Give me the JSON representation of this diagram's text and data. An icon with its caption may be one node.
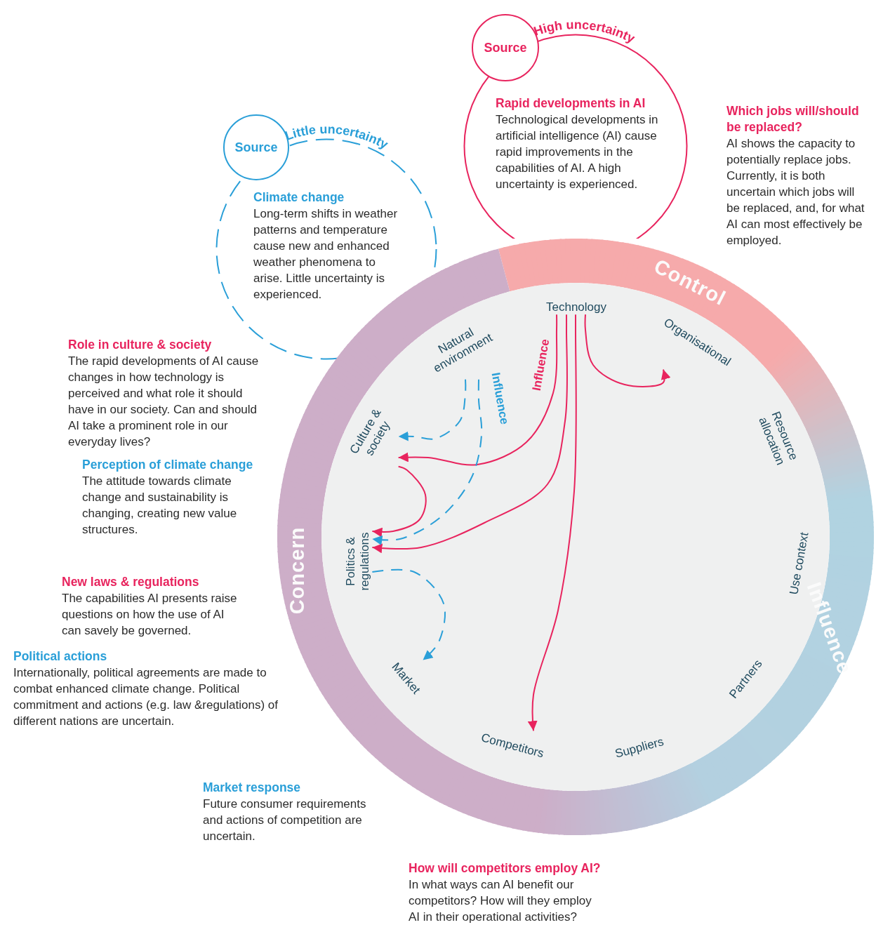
{
  "diagram": {
    "nodes": [
      {
        "text": [
          "Source"
        ]
      },
      {
        "text": [
          "Climate change",
          "Long-term shifts in weather patterns and temperature cause new and enhanced weather phenomena to arise. Little uncertainty is experienced."
        ],
        "beside": [
          "Little uncertainty"
        ]
      },
      {
        "text": [
          "Source"
        ]
      },
      {
        "text": [
          "Rapid developments in AI",
          "Technological developments in artificial intelligence (AI) cause rapid improvements in the capabilities of AI. A high uncertainty is experienced."
        ],
        "beside": [
          "High uncertainty"
        ]
      },
      {
        "text": [
          "Technology"
        ]
      },
      {
        "text": [
          "Organisational"
        ]
      },
      {
        "text": [
          "Resource allocation"
        ]
      },
      {
        "text": [
          "Use context"
        ]
      },
      {
        "text": [
          "Partners"
        ]
      },
      {
        "text": [
          "Suppliers"
        ]
      },
      {
        "text": [
          "Competitors"
        ]
      },
      {
        "text": [
          "Market"
        ]
      },
      {
        "text": [
          "Politics & regulations"
        ]
      },
      {
        "text": [
          "Culture & society"
        ]
      },
      {
        "text": [
          "Natural environment"
        ]
      }
    ],
    "edges": [
      {
        "from": 4,
        "to": 13,
        "arrow": "to",
        "label": "Influence"
      },
      {
        "from": 4,
        "to": 12,
        "arrow": "to"
      },
      {
        "from": 4,
        "to": 10,
        "arrow": "to"
      },
      {
        "from": 4,
        "to": 5,
        "arrow": "to"
      },
      {
        "from": 13,
        "to": 12,
        "arrow": "to"
      },
      {
        "from": 14,
        "to": 13,
        "arrow": "to",
        "style": "dashed",
        "color": "#2a9fd8"
      },
      {
        "from": 14,
        "to": 12,
        "arrow": "to",
        "style": "dashed",
        "color": "#2a9fd8",
        "label": "Influence"
      },
      {
        "from": 12,
        "to": 11,
        "arrow": "to",
        "style": "dashed",
        "color": "#2a9fd8"
      }
    ],
    "labels": [
      "Which jobs will/should be replaced?",
      "AI shows the capacity to potentially replace jobs. Currently, it is both uncertain which jobs will be replaced, and, for what AI can most effectively be employed.",
      "Control",
      "Role in culture & society",
      "The rapid developments of AI cause changes in how technology is perceived and what role it should have in our society. Can and should AI take a prominent role in our everyday lives?",
      "Perception of climate change",
      "The attitude towards climate change and sustainability is changing, creating new value structures.",
      "Concern",
      "New laws & regulations",
      "The capabilities AI presents raise questions on how the use of AI can savely be governed.",
      "Influence",
      "Political actions",
      "Internationally, political agreements are made to combat enhanced climate change. Political commitment and actions (e.g. law &regulations) of different nations are uncertain.",
      "Market response",
      "Future consumer requirements and actions of competition are uncertain.",
      "How will competitors employ AI?",
      "In what ways can AI benefit our competitors? How will they employ AI in their operational activities?"
    ]
  }
}
